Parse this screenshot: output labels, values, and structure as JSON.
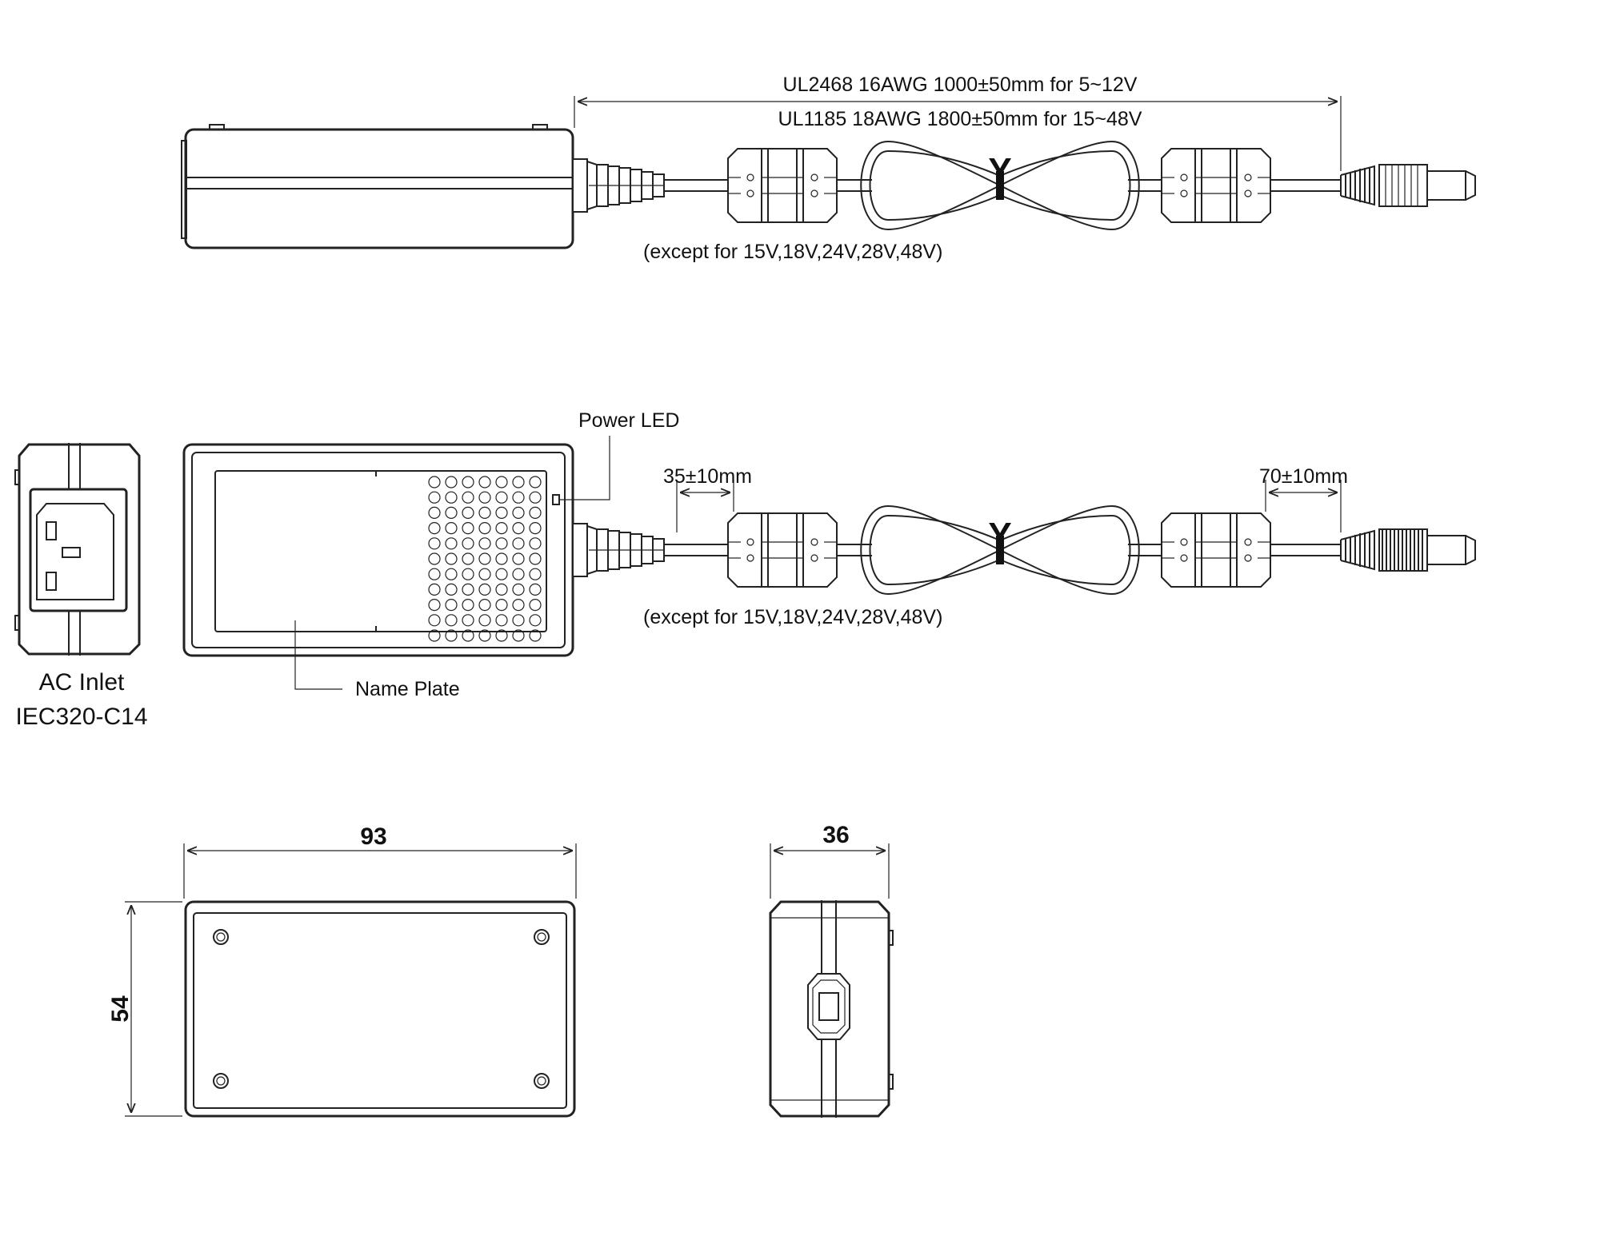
{
  "top_view": {
    "cable_spec_line1": "UL2468 16AWG 1000±50mm for 5~12V",
    "cable_spec_line2": "UL1185 18AWG 1800±50mm for 15~48V",
    "except_note": "(except for 15V,18V,24V,28V,48V)",
    "cable_mark": "Y"
  },
  "front_view": {
    "power_led_label": "Power LED",
    "name_plate_label": "Name Plate",
    "dim_left": "35±10mm",
    "dim_right": "70±10mm",
    "except_note": "(except for 15V,18V,24V,28V,48V)",
    "cable_mark": "Y"
  },
  "ac_inlet": {
    "label_line1": "AC Inlet",
    "label_line2": "IEC320-C14"
  },
  "dimensions": {
    "length": "93",
    "height": "54",
    "depth": "36"
  }
}
